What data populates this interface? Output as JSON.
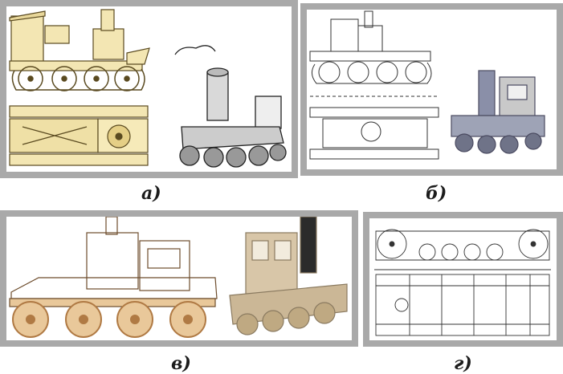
{
  "figure": {
    "panels": [
      {
        "id": "a",
        "caption": "а)"
      },
      {
        "id": "b",
        "caption": "б)"
      },
      {
        "id": "v",
        "caption": "в)"
      },
      {
        "id": "g",
        "caption": "г)"
      }
    ]
  },
  "colors": {
    "frame": "#a9a9a9",
    "wood_light": "#f3e6b3",
    "wood_tan": "#e9c89a",
    "model_beige": "#d8c6a8",
    "ink": "#333333",
    "metal": "#8a8fa8"
  }
}
